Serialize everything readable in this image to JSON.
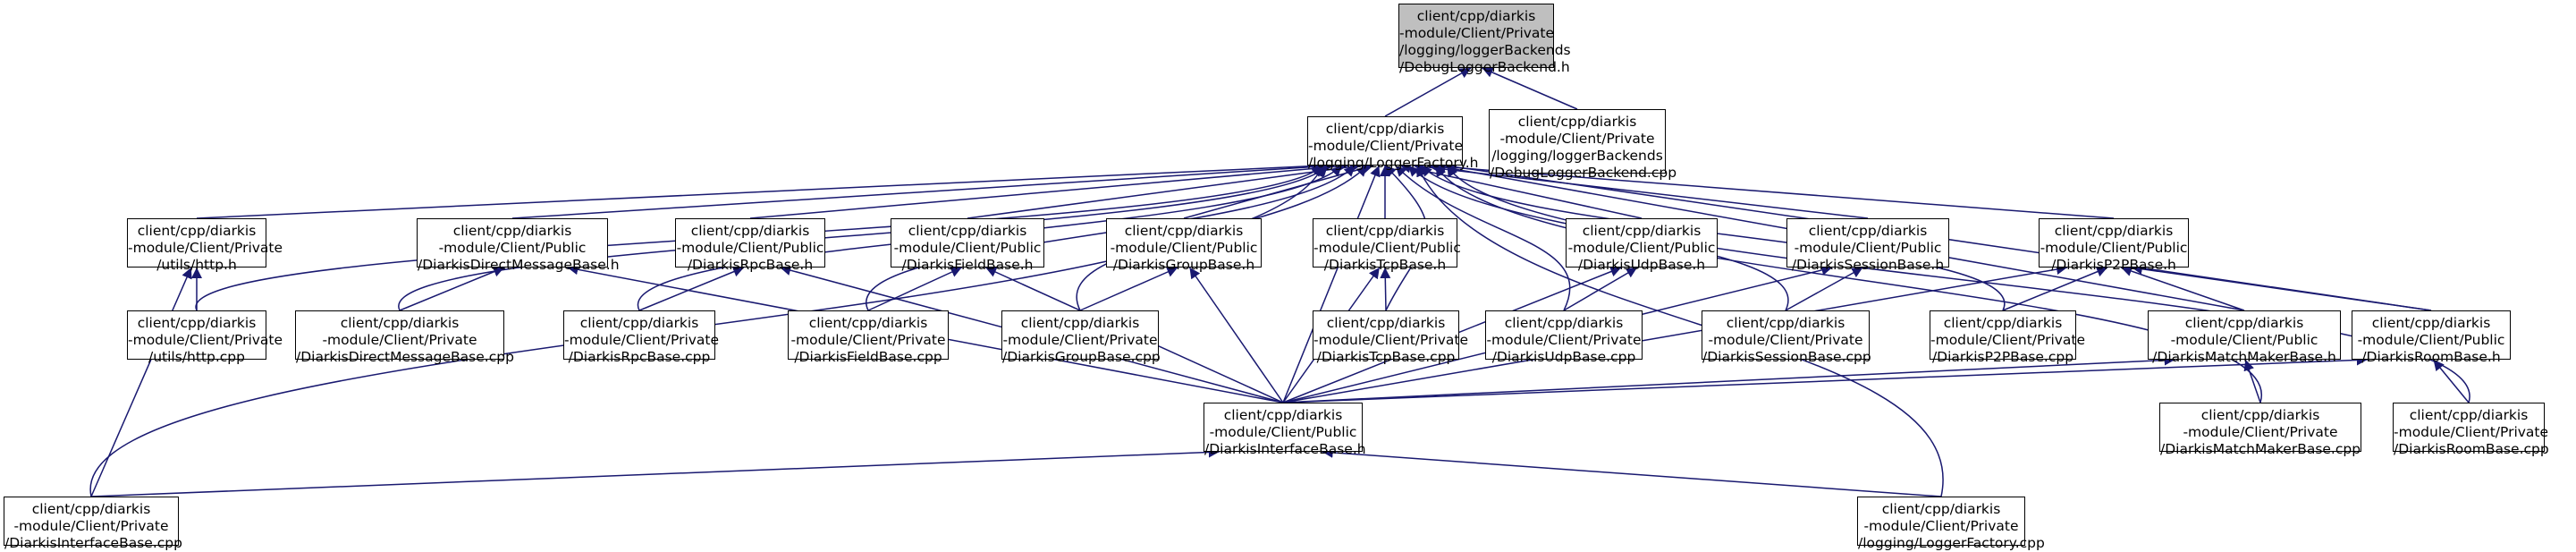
{
  "diagram": {
    "type": "include-dependency-graph",
    "colors": {
      "edge": "#191970",
      "node_border": "#000000",
      "root_fill": "#bfbfbf",
      "node_fill": "#ffffff"
    },
    "nodes": [
      {
        "id": "debug_logger_backend_h",
        "lines": [
          "client/cpp/diarkis",
          "-module/Client/Private",
          "/logging/loggerBackends",
          "/DebugLoggerBackend.h"
        ],
        "root": true
      },
      {
        "id": "logger_factory_h",
        "lines": [
          "client/cpp/diarkis",
          "-module/Client/Private",
          "/logging/LoggerFactory.h"
        ]
      },
      {
        "id": "debug_logger_backend_cpp",
        "lines": [
          "client/cpp/diarkis",
          "-module/Client/Private",
          "/logging/loggerBackends",
          "/DebugLoggerBackend.cpp"
        ]
      },
      {
        "id": "http_h",
        "lines": [
          "client/cpp/diarkis",
          "-module/Client/Private",
          "/utils/http.h"
        ]
      },
      {
        "id": "dm_base_h",
        "lines": [
          "client/cpp/diarkis",
          "-module/Client/Public",
          "/DiarkisDirectMessageBase.h"
        ]
      },
      {
        "id": "rpc_base_h",
        "lines": [
          "client/cpp/diarkis",
          "-module/Client/Public",
          "/DiarkisRpcBase.h"
        ]
      },
      {
        "id": "field_base_h",
        "lines": [
          "client/cpp/diarkis",
          "-module/Client/Public",
          "/DiarkisFieldBase.h"
        ]
      },
      {
        "id": "group_base_h",
        "lines": [
          "client/cpp/diarkis",
          "-module/Client/Public",
          "/DiarkisGroupBase.h"
        ]
      },
      {
        "id": "tcp_base_h",
        "lines": [
          "client/cpp/diarkis",
          "-module/Client/Public",
          "/DiarkisTcpBase.h"
        ]
      },
      {
        "id": "udp_base_h",
        "lines": [
          "client/cpp/diarkis",
          "-module/Client/Public",
          "/DiarkisUdpBase.h"
        ]
      },
      {
        "id": "session_base_h",
        "lines": [
          "client/cpp/diarkis",
          "-module/Client/Public",
          "/DiarkisSessionBase.h"
        ]
      },
      {
        "id": "p2p_base_h",
        "lines": [
          "client/cpp/diarkis",
          "-module/Client/Public",
          "/DiarkisP2PBase.h"
        ]
      },
      {
        "id": "http_cpp",
        "lines": [
          "client/cpp/diarkis",
          "-module/Client/Private",
          "/utils/http.cpp"
        ]
      },
      {
        "id": "dm_base_cpp",
        "lines": [
          "client/cpp/diarkis",
          "-module/Client/Private",
          "/DiarkisDirectMessageBase.cpp"
        ]
      },
      {
        "id": "rpc_base_cpp",
        "lines": [
          "client/cpp/diarkis",
          "-module/Client/Private",
          "/DiarkisRpcBase.cpp"
        ]
      },
      {
        "id": "field_base_cpp",
        "lines": [
          "client/cpp/diarkis",
          "-module/Client/Private",
          "/DiarkisFieldBase.cpp"
        ]
      },
      {
        "id": "group_base_cpp",
        "lines": [
          "client/cpp/diarkis",
          "-module/Client/Private",
          "/DiarkisGroupBase.cpp"
        ]
      },
      {
        "id": "tcp_base_cpp",
        "lines": [
          "client/cpp/diarkis",
          "-module/Client/Private",
          "/DiarkisTcpBase.cpp"
        ]
      },
      {
        "id": "udp_base_cpp",
        "lines": [
          "client/cpp/diarkis",
          "-module/Client/Private",
          "/DiarkisUdpBase.cpp"
        ]
      },
      {
        "id": "session_base_cpp",
        "lines": [
          "client/cpp/diarkis",
          "-module/Client/Private",
          "/DiarkisSessionBase.cpp"
        ]
      },
      {
        "id": "p2p_base_cpp",
        "lines": [
          "client/cpp/diarkis",
          "-module/Client/Private",
          "/DiarkisP2PBase.cpp"
        ]
      },
      {
        "id": "matchmaker_base_h",
        "lines": [
          "client/cpp/diarkis",
          "-module/Client/Public",
          "/DiarkisMatchMakerBase.h"
        ]
      },
      {
        "id": "room_base_h",
        "lines": [
          "client/cpp/diarkis",
          "-module/Client/Public",
          "/DiarkisRoomBase.h"
        ]
      },
      {
        "id": "interface_base_h",
        "lines": [
          "client/cpp/diarkis",
          "-module/Client/Public",
          "/DiarkisInterfaceBase.h"
        ]
      },
      {
        "id": "matchmaker_base_cpp",
        "lines": [
          "client/cpp/diarkis",
          "-module/Client/Private",
          "/DiarkisMatchMakerBase.cpp"
        ]
      },
      {
        "id": "room_base_cpp",
        "lines": [
          "client/cpp/diarkis",
          "-module/Client/Private",
          "/DiarkisRoomBase.cpp"
        ]
      },
      {
        "id": "interface_base_cpp",
        "lines": [
          "client/cpp/diarkis",
          "-module/Client/Private",
          "/DiarkisInterfaceBase.cpp"
        ]
      },
      {
        "id": "logger_factory_cpp",
        "lines": [
          "client/cpp/diarkis",
          "-module/Client/Private",
          "/logging/LoggerFactory.cpp"
        ]
      }
    ],
    "edges": [
      [
        "logger_factory_h",
        "debug_logger_backend_h"
      ],
      [
        "debug_logger_backend_cpp",
        "debug_logger_backend_h"
      ],
      [
        "http_h",
        "logger_factory_h"
      ],
      [
        "dm_base_h",
        "logger_factory_h"
      ],
      [
        "rpc_base_h",
        "logger_factory_h"
      ],
      [
        "field_base_h",
        "logger_factory_h"
      ],
      [
        "group_base_h",
        "logger_factory_h"
      ],
      [
        "tcp_base_h",
        "logger_factory_h"
      ],
      [
        "udp_base_h",
        "logger_factory_h"
      ],
      [
        "session_base_h",
        "logger_factory_h"
      ],
      [
        "p2p_base_h",
        "logger_factory_h"
      ],
      [
        "matchmaker_base_h",
        "logger_factory_h"
      ],
      [
        "room_base_h",
        "logger_factory_h"
      ],
      [
        "interface_base_h",
        "logger_factory_h"
      ],
      [
        "interface_base_cpp",
        "logger_factory_h"
      ],
      [
        "http_cpp",
        "logger_factory_h"
      ],
      [
        "dm_base_cpp",
        "logger_factory_h"
      ],
      [
        "rpc_base_cpp",
        "logger_factory_h"
      ],
      [
        "field_base_cpp",
        "logger_factory_h"
      ],
      [
        "group_base_cpp",
        "logger_factory_h"
      ],
      [
        "tcp_base_cpp",
        "logger_factory_h"
      ],
      [
        "udp_base_cpp",
        "logger_factory_h"
      ],
      [
        "session_base_cpp",
        "logger_factory_h"
      ],
      [
        "p2p_base_cpp",
        "logger_factory_h"
      ],
      [
        "matchmaker_base_cpp",
        "logger_factory_h"
      ],
      [
        "room_base_cpp",
        "logger_factory_h"
      ],
      [
        "logger_factory_cpp",
        "logger_factory_h"
      ],
      [
        "http_cpp",
        "http_h"
      ],
      [
        "interface_base_cpp",
        "http_h"
      ],
      [
        "dm_base_cpp",
        "dm_base_h"
      ],
      [
        "interface_base_h",
        "dm_base_h"
      ],
      [
        "rpc_base_cpp",
        "rpc_base_h"
      ],
      [
        "interface_base_h",
        "rpc_base_h"
      ],
      [
        "field_base_cpp",
        "field_base_h"
      ],
      [
        "interface_base_h",
        "field_base_h"
      ],
      [
        "group_base_cpp",
        "group_base_h"
      ],
      [
        "interface_base_h",
        "group_base_h"
      ],
      [
        "tcp_base_cpp",
        "tcp_base_h"
      ],
      [
        "interface_base_h",
        "tcp_base_h"
      ],
      [
        "udp_base_cpp",
        "udp_base_h"
      ],
      [
        "interface_base_h",
        "udp_base_h"
      ],
      [
        "session_base_cpp",
        "session_base_h"
      ],
      [
        "interface_base_h",
        "session_base_h"
      ],
      [
        "p2p_base_cpp",
        "p2p_base_h"
      ],
      [
        "interface_base_h",
        "p2p_base_h"
      ],
      [
        "matchmaker_base_h",
        "p2p_base_h"
      ],
      [
        "room_base_h",
        "p2p_base_h"
      ],
      [
        "interface_base_h",
        "matchmaker_base_h"
      ],
      [
        "matchmaker_base_cpp",
        "matchmaker_base_h"
      ],
      [
        "interface_base_h",
        "room_base_h"
      ],
      [
        "room_base_cpp",
        "room_base_h"
      ],
      [
        "interface_base_cpp",
        "interface_base_h"
      ],
      [
        "logger_factory_cpp",
        "interface_base_h"
      ]
    ]
  }
}
